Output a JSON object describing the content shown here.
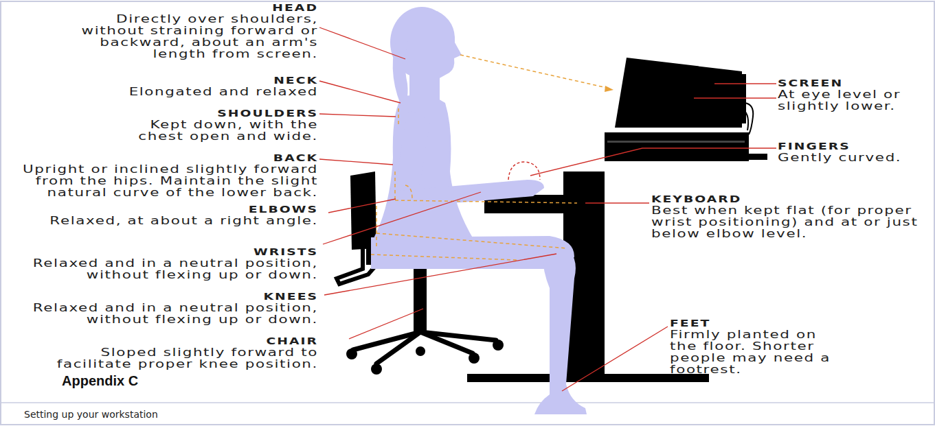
{
  "diagram": {
    "caption": "Setting up your workstation",
    "labels": [
      "HEAD",
      "Directly over shoulders, without straining forward or backward, about an arm's length from screen.",
      "NECK",
      "Elongated and relaxed",
      "SHOULDERS",
      "Kept down, with the chest open and wide.",
      "BACK",
      "Upright or inclined slightly forward from the hips. Maintain the slight natural curve of the lower back.",
      "ELBOWS",
      "Relaxed, at about a right angle.",
      "WRISTS",
      "Relaxed and in a neutral position, without flexing up or down.",
      "KNEES",
      "Relaxed and in a neutral position, without flexing up or down.",
      "CHAIR",
      "Sloped slightly forward to facilitate proper knee position.",
      "Appendix C",
      "SCREEN",
      "At eye level or slightly lower.",
      "FINGERS",
      "Gently curved.",
      "KEYBOARD",
      "Best when kept flat (for proper wrist positioning) and at or just below elbow level.",
      "FEET",
      "Firmly planted on the floor. Shorter people may need a footrest."
    ]
  }
}
